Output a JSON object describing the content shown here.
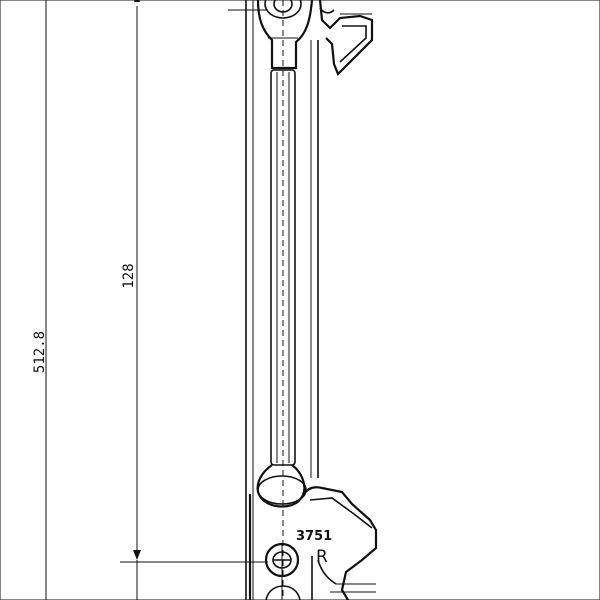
{
  "dimensions": {
    "overall": "512.8",
    "inner": "128"
  },
  "part": {
    "number": "3751",
    "side": "R"
  }
}
